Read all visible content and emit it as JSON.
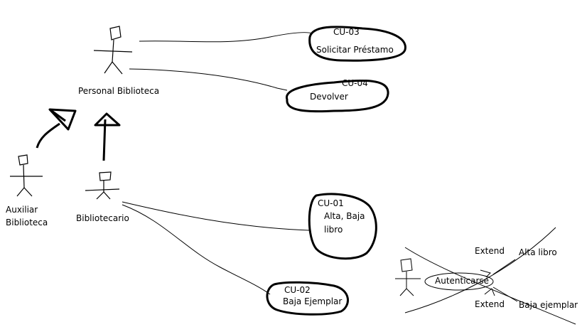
{
  "actors": {
    "personal": "Personal  Biblioteca",
    "auxiliar_line1": "Auxiliar",
    "auxiliar_line2": "Biblioteca",
    "bibliotecario": "Bibliotecario"
  },
  "use_cases": {
    "cu03": {
      "id": "CU-03",
      "name": "Solicitar Préstamo"
    },
    "cu04": {
      "id": "CU-04",
      "name": "Devolver"
    },
    "cu01": {
      "id": "CU-01",
      "name_line1": "Alta, Baja",
      "name_line2": "libro"
    },
    "cu02": {
      "id": "CU-02",
      "name": "Baja Ejemplar"
    }
  },
  "extend_sketch": {
    "center": "Autenticarse",
    "extend_top": "Extend",
    "extend_bottom": "Extend",
    "alta_libro": "Alta libro",
    "baja_ejemplar": "Baja ejemplar"
  },
  "colors": {
    "ink": "#000000",
    "background": "#ffffff"
  }
}
